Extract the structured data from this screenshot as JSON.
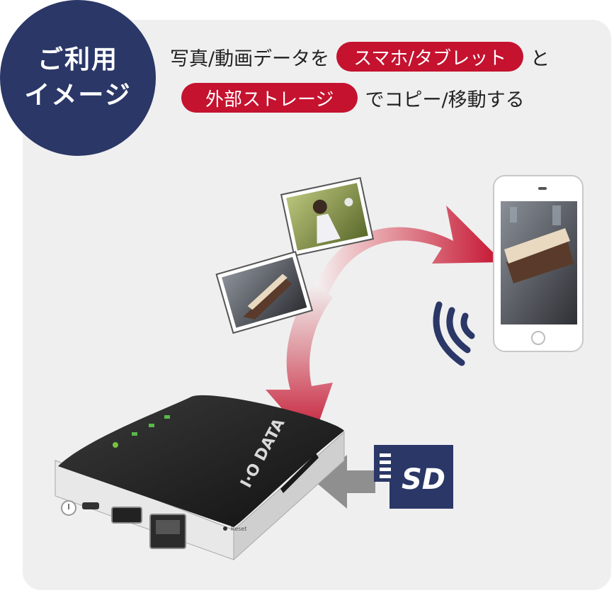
{
  "badge": {
    "line1": "ご利用",
    "line2": "イメージ"
  },
  "headline": {
    "line1_text": "写真/動画データを",
    "line1_pill": "スマホ/タブレット",
    "line1_end": "と",
    "line2_pill": "外部ストレージ",
    "line2_end": "でコピー/移動する"
  },
  "device": {
    "brand": "I·O DATA",
    "reset_label": "Reset"
  },
  "sd_card": {
    "label": "SD"
  },
  "colors": {
    "navy": "#2a3767",
    "red": "#c4122f",
    "panel": "#efefef"
  }
}
